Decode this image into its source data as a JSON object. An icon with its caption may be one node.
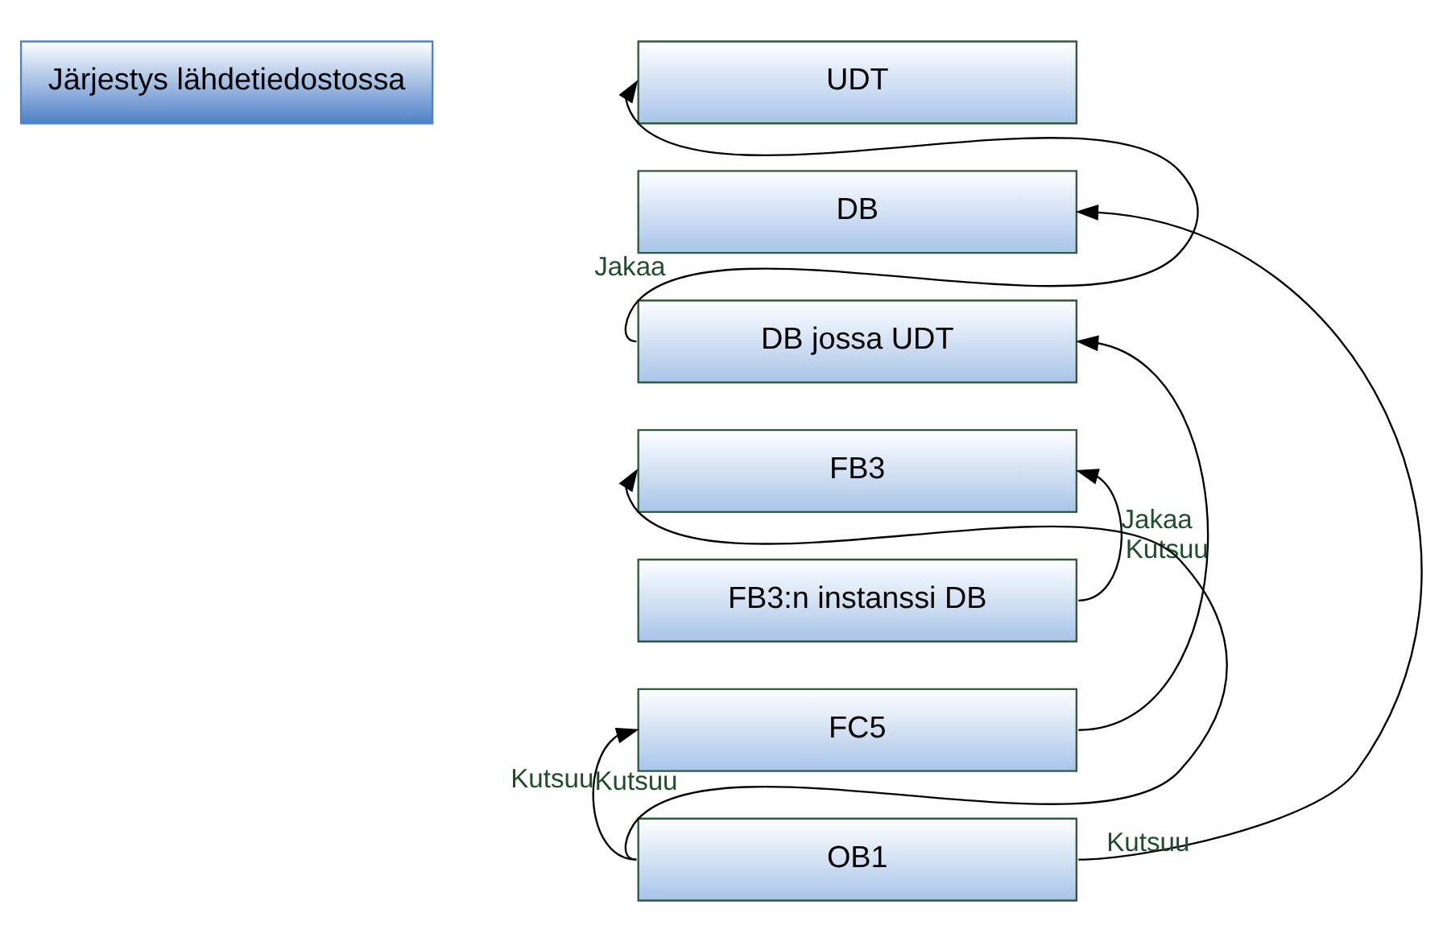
{
  "diagram": {
    "nodes": [
      {
        "text": [
          "Järjestys lähdetiedostossa"
        ]
      },
      {
        "text": [
          "UDT"
        ]
      },
      {
        "text": [
          "DB"
        ]
      },
      {
        "text": [
          "DB jossa UDT"
        ]
      },
      {
        "text": [
          "FB3"
        ]
      },
      {
        "text": [
          "FB3:n instanssi DB"
        ]
      },
      {
        "text": [
          "FC5"
        ]
      },
      {
        "text": [
          "OB1"
        ]
      }
    ],
    "edges": [
      {
        "from": 3,
        "to": 1,
        "arrow": "to",
        "label": "Jakaa"
      },
      {
        "from": 7,
        "to": 2,
        "arrow": "to",
        "label": "Kutsuu"
      },
      {
        "from": 6,
        "to": 3,
        "arrow": "to",
        "label": "Kutsuu"
      },
      {
        "from": 5,
        "to": 4,
        "arrow": "to",
        "label": "Jakaa"
      },
      {
        "from": 7,
        "to": 4,
        "arrow": "to",
        "label": "Kutsuu"
      },
      {
        "from": 7,
        "to": 6,
        "arrow": "to",
        "label": "Kutsuu"
      }
    ]
  }
}
